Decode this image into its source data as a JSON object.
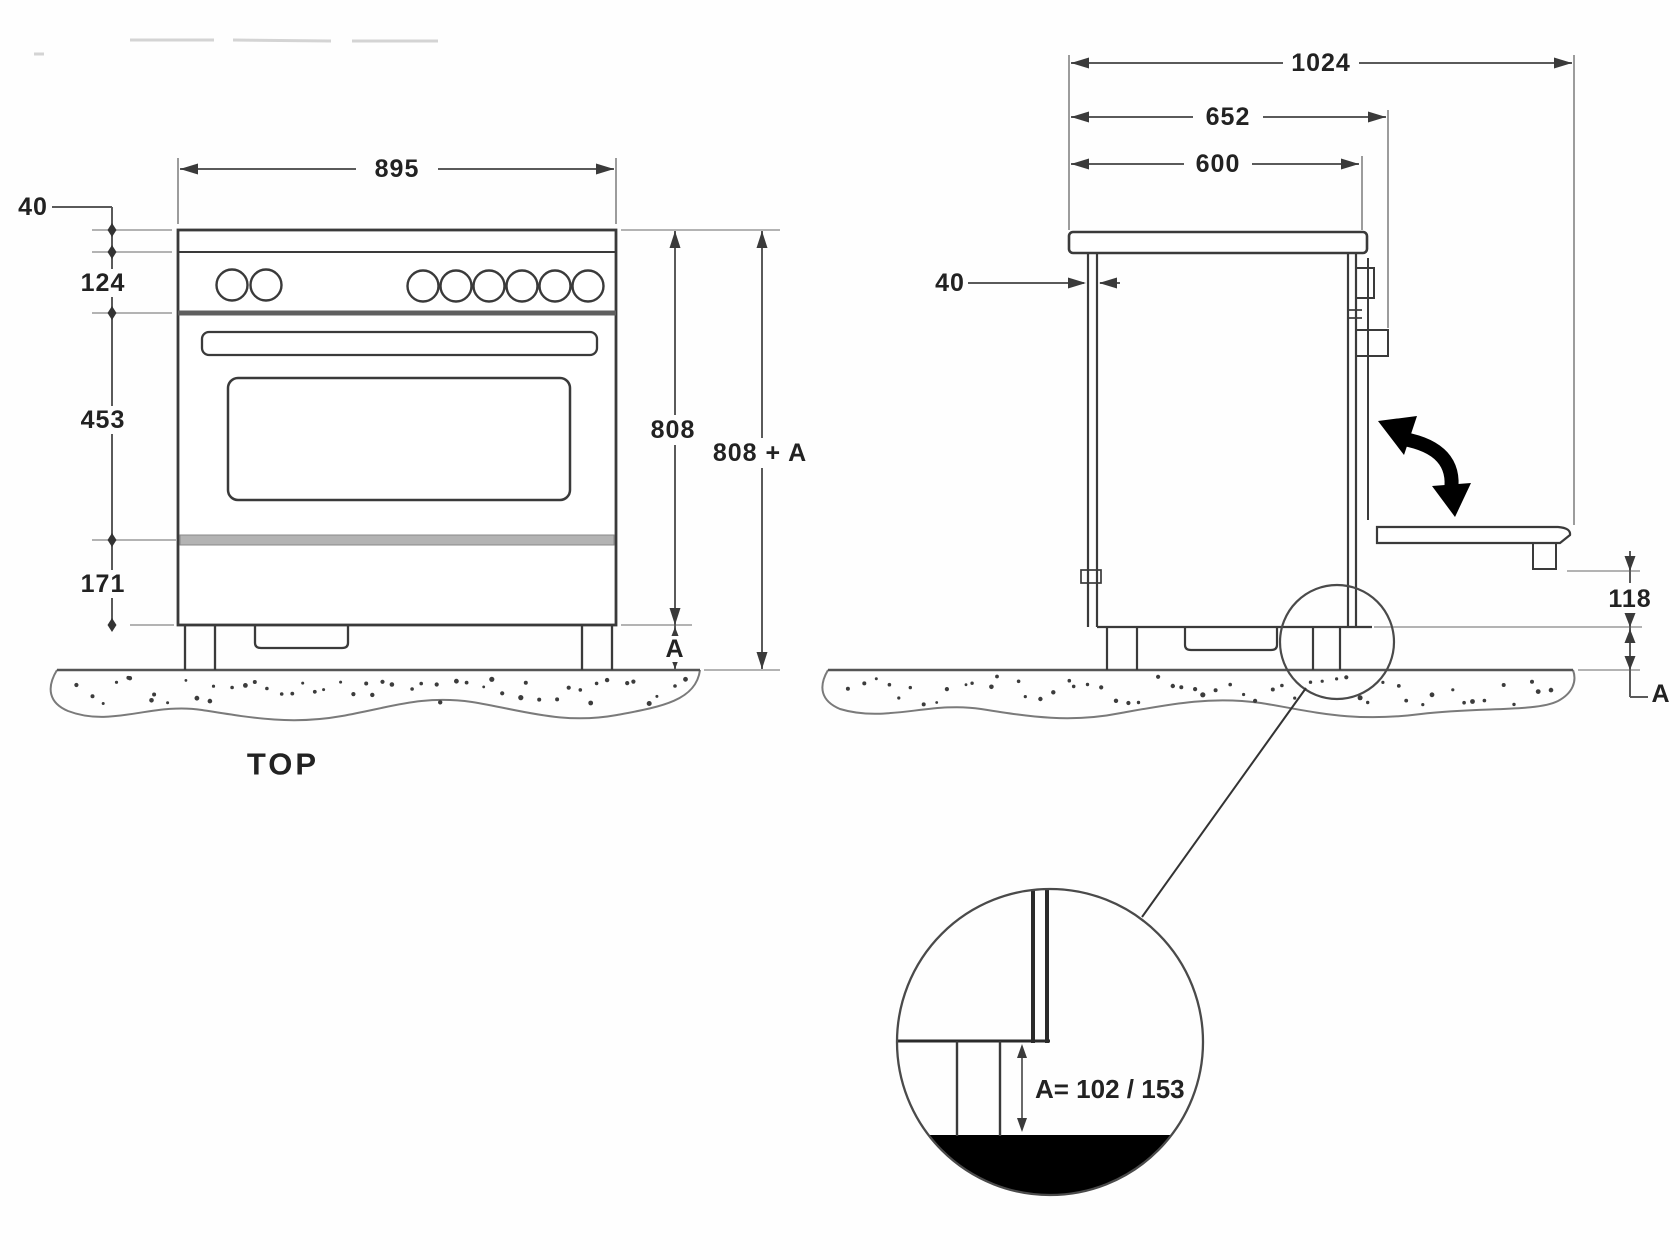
{
  "drawing": {
    "type": "appliance installation dimension drawing",
    "subject": "range cooker front and side views"
  },
  "front_view": {
    "caption": "TOP",
    "dim_width": "895",
    "dim_top_strip": "40",
    "dim_control_panel": "124",
    "dim_oven_door": "453",
    "dim_base": "171",
    "dim_height": "808",
    "dim_height_total": "808 + A",
    "dim_foot": "A"
  },
  "side_view": {
    "dim_depth_door_open": "1024",
    "dim_depth_with_handle": "652",
    "dim_depth_body": "600",
    "dim_wall": "40",
    "dim_handle_clearance": "118",
    "dim_foot": "A"
  },
  "detail_view": {
    "adjustable_foot_text": "A= 102 / 153"
  },
  "colors": {
    "line": "#3a3a3a",
    "dim_line": "#5a5a5a",
    "extension_line": "#8a8a8a",
    "band_fill": "#b3b3b3",
    "panel_line": "#5f5f5f",
    "ground_black": "#000000"
  }
}
